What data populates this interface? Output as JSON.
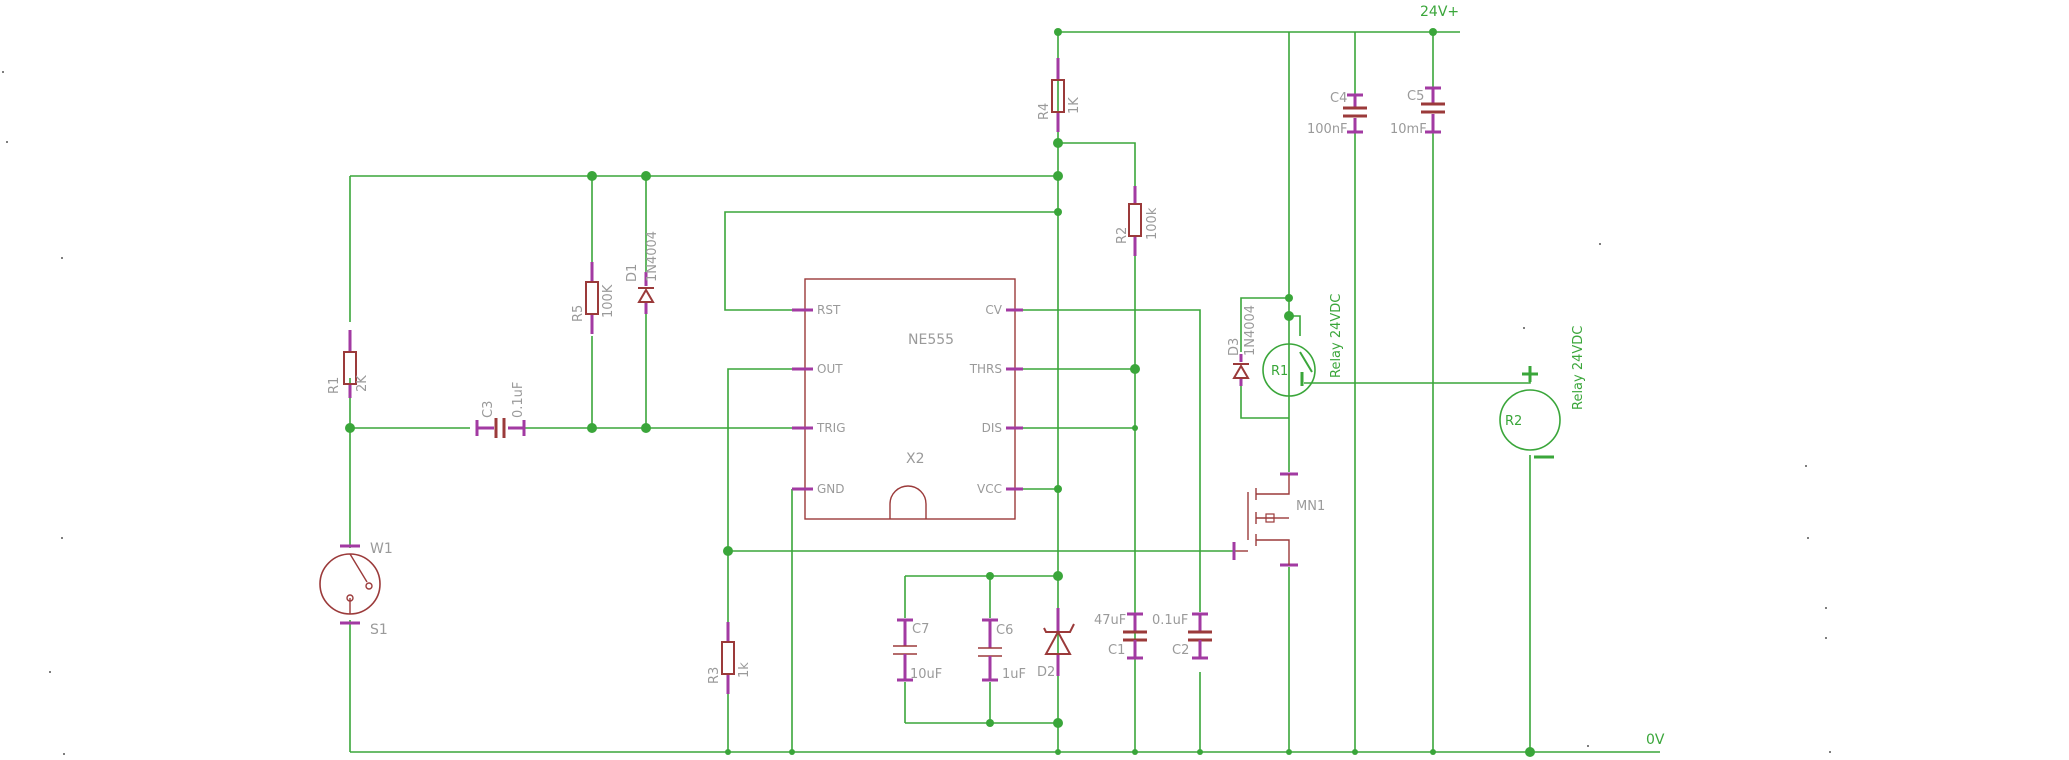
{
  "supply": {
    "positive": "24V+",
    "ground": "0V"
  },
  "ic": {
    "name": "NE555",
    "ref": "X2",
    "pins": {
      "rst": "RST",
      "out": "OUT",
      "trig": "TRIG",
      "gnd": "GND",
      "cv": "CV",
      "thrs": "THRS",
      "dis": "DIS",
      "vcc": "VCC"
    }
  },
  "components": {
    "r1": {
      "ref": "R1",
      "value": "2K"
    },
    "r2": {
      "ref": "R2",
      "value": "100k"
    },
    "r3": {
      "ref": "R3",
      "value": "1k"
    },
    "r4": {
      "ref": "R4",
      "value": "1K"
    },
    "r5": {
      "ref": "R5",
      "value": "100K"
    },
    "c1": {
      "ref": "C1",
      "value": "47uF"
    },
    "c2": {
      "ref": "C2",
      "value": "0.1uF"
    },
    "c3": {
      "ref": "C3",
      "value": "0.1uF"
    },
    "c4": {
      "ref": "C4",
      "value": "100nF"
    },
    "c5": {
      "ref": "C5",
      "value": "10mF"
    },
    "c6": {
      "ref": "C6",
      "value": "1uF"
    },
    "c7": {
      "ref": "C7",
      "value": "10uF"
    },
    "d1": {
      "ref": "D1",
      "value": "1N4004"
    },
    "d2": {
      "ref": "D2"
    },
    "d3": {
      "ref": "D3",
      "value": "1N4004"
    },
    "mn1": {
      "ref": "MN1"
    },
    "relay1": {
      "ref": "R1",
      "value": "Relay 24VDC"
    },
    "relay2": {
      "ref": "R2",
      "value": "Relay 24VDC"
    },
    "w1": {
      "ref": "W1"
    },
    "s1": {
      "ref": "S1"
    }
  },
  "colors": {
    "wire": "#3aa63a",
    "part": "#9b3a3a",
    "pin": "#a23aa2",
    "label": "#9a9a9a"
  }
}
